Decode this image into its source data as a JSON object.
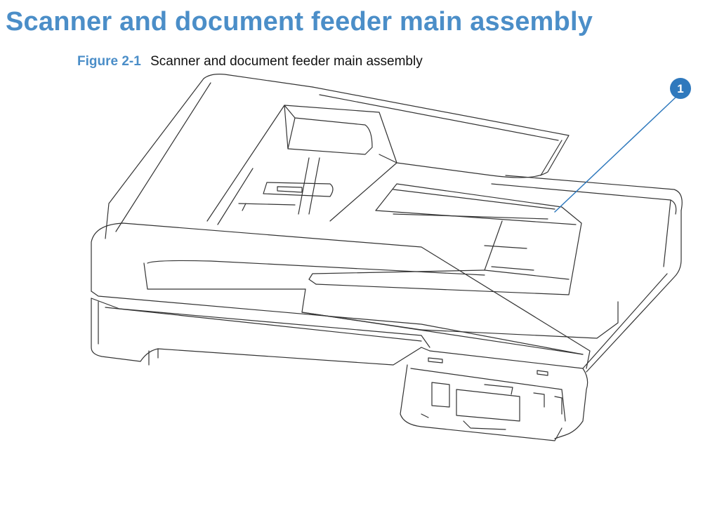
{
  "heading": "Scanner and document feeder main assembly",
  "figure": {
    "number": "Figure 2-1",
    "caption": "Scanner and document feeder main assembly"
  },
  "callouts": [
    {
      "label": "1"
    }
  ],
  "colors": {
    "accent": "#4b8ec8",
    "callout": "#2f79bd",
    "line": "#333333"
  }
}
